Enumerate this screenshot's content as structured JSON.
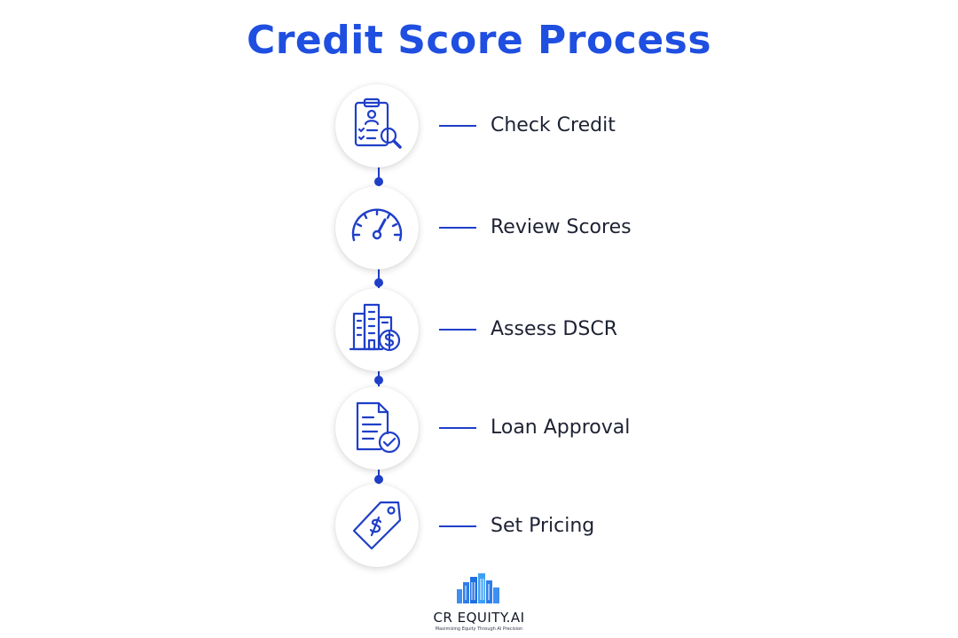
{
  "title": "Credit Score Process",
  "steps": [
    {
      "label": "Check Credit",
      "icon": "clipboard-search-icon"
    },
    {
      "label": "Review Scores",
      "icon": "gauge-icon"
    },
    {
      "label": "Assess DSCR",
      "icon": "buildings-dollar-icon"
    },
    {
      "label": "Loan Approval",
      "icon": "document-check-icon"
    },
    {
      "label": "Set Pricing",
      "icon": "price-tag-icon"
    }
  ],
  "logo": {
    "name": "CR EQUITY.AI",
    "tagline": "Maximizing Equity Through AI Precision",
    "icon": "city-skyline-icon"
  },
  "colors": {
    "accent": "#1f4fe0",
    "line": "#1f3fc8",
    "text": "#1e2233"
  }
}
